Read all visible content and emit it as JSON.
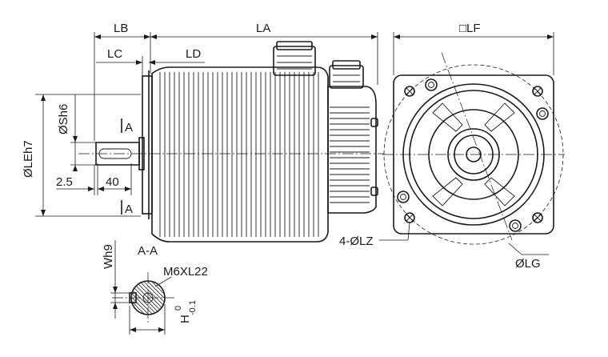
{
  "labels": {
    "lb": "LB",
    "la": "LA",
    "lf": "□LF",
    "lc": "LC",
    "ld": "LD",
    "sh6": "ØSh6",
    "leh7": "ØLEh7",
    "section_a_top": "A",
    "section_a_bottom": "A",
    "dim_2_5": "2.5",
    "dim_40": "40",
    "section_title": "A-A",
    "thread": "M6XL22",
    "wh9": "Wh9",
    "h_main": "H",
    "h_upper_tol": "0",
    "h_lower_tol": "-0.1",
    "lz": "4-ØLZ",
    "lg": "ØLG"
  }
}
